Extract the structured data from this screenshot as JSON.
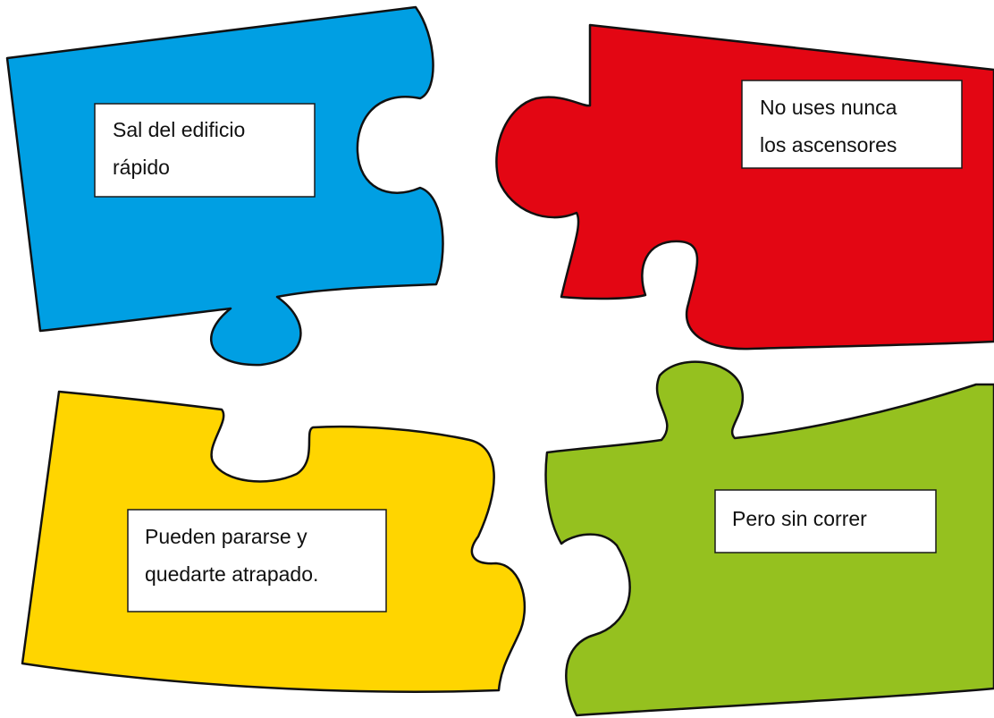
{
  "pieces": [
    {
      "id": "blue",
      "color": "#009FE3",
      "lines": [
        "Sal del edificio",
        "rápido"
      ]
    },
    {
      "id": "red",
      "color": "#E30613",
      "lines": [
        "No uses nunca",
        "los ascensores"
      ]
    },
    {
      "id": "yellow",
      "color": "#FFD500",
      "lines": [
        "Pueden pararse y",
        "quedarte atrapado."
      ]
    },
    {
      "id": "green",
      "color": "#95C11F",
      "lines": [
        "Pero sin correr"
      ]
    }
  ]
}
